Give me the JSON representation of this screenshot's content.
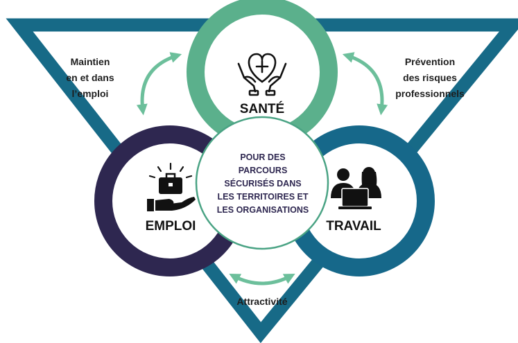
{
  "colors": {
    "triangle": "#176a87",
    "sante": "#5bb08c",
    "emploi": "#2e2750",
    "travail": "#16688a",
    "arrow": "#6cbf9b",
    "center_border": "#4aa384",
    "text": "#1d1d1d"
  },
  "circles": {
    "sante": {
      "label": "SANTÉ",
      "icon": "heart-hands-icon"
    },
    "emploi": {
      "label": "EMPLOI",
      "icon": "briefcase-hand-icon"
    },
    "travail": {
      "label": "TRAVAIL",
      "icon": "workers-laptop-icon"
    }
  },
  "center": {
    "lines": [
      "POUR DES",
      "PARCOURS",
      "SÉCURISÉS DANS",
      "LES TERRITOIRES ET",
      "LES ORGANISATIONS"
    ]
  },
  "links": {
    "emploi_sante": {
      "lines": [
        "Maintien",
        "en et dans",
        "l’emploi"
      ],
      "icon": "curved-double-arrow-icon"
    },
    "sante_travail": {
      "lines": [
        "Prévention",
        "des risques",
        "professionnels"
      ],
      "icon": "curved-double-arrow-icon"
    },
    "emploi_travail": {
      "lines": [
        "Attractivité"
      ],
      "icon": "curved-double-arrow-icon"
    }
  }
}
